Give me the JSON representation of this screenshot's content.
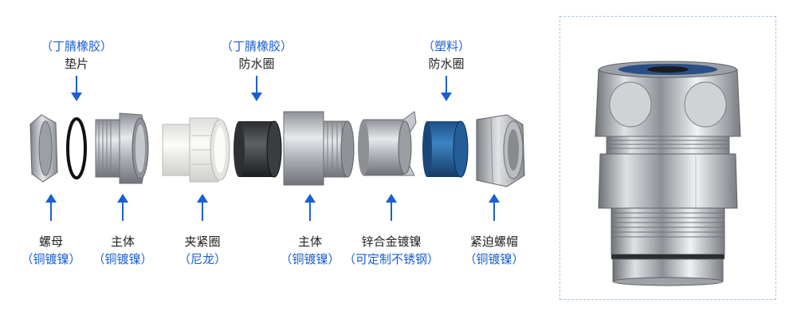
{
  "colors": {
    "accent": "#1a5fd3",
    "text": "#222222",
    "frame": "#a9c3e6"
  },
  "top_labels": [
    {
      "material": "（丁腈橡胶）",
      "name": "垫片"
    },
    {
      "material": "（丁腈橡胶）",
      "name": "防水圈"
    },
    {
      "material": "（塑料）",
      "name": "防水圈"
    }
  ],
  "bottom_labels": [
    {
      "name": "螺母",
      "material": "（铜镀镍）"
    },
    {
      "name": "主体",
      "material": "（铜镀镍）"
    },
    {
      "name": "夹紧圈",
      "material": "（尼龙）"
    },
    {
      "name": "主体",
      "material": "（铜镀镍）"
    },
    {
      "name": "锌合金镀镍",
      "material": "（可定制不锈钢）"
    },
    {
      "name": "紧迫螺帽",
      "material": "（铜镀镍）"
    }
  ],
  "components": [
    {
      "icon": "hex-nut-icon"
    },
    {
      "icon": "o-ring-gasket-icon"
    },
    {
      "icon": "threaded-body-icon"
    },
    {
      "icon": "nylon-clamp-ring-icon"
    },
    {
      "icon": "rubber-seal-ring-icon"
    },
    {
      "icon": "threaded-body-icon"
    },
    {
      "icon": "split-metal-sleeve-icon"
    },
    {
      "icon": "plastic-seal-ring-icon"
    },
    {
      "icon": "cap-nut-icon"
    }
  ]
}
